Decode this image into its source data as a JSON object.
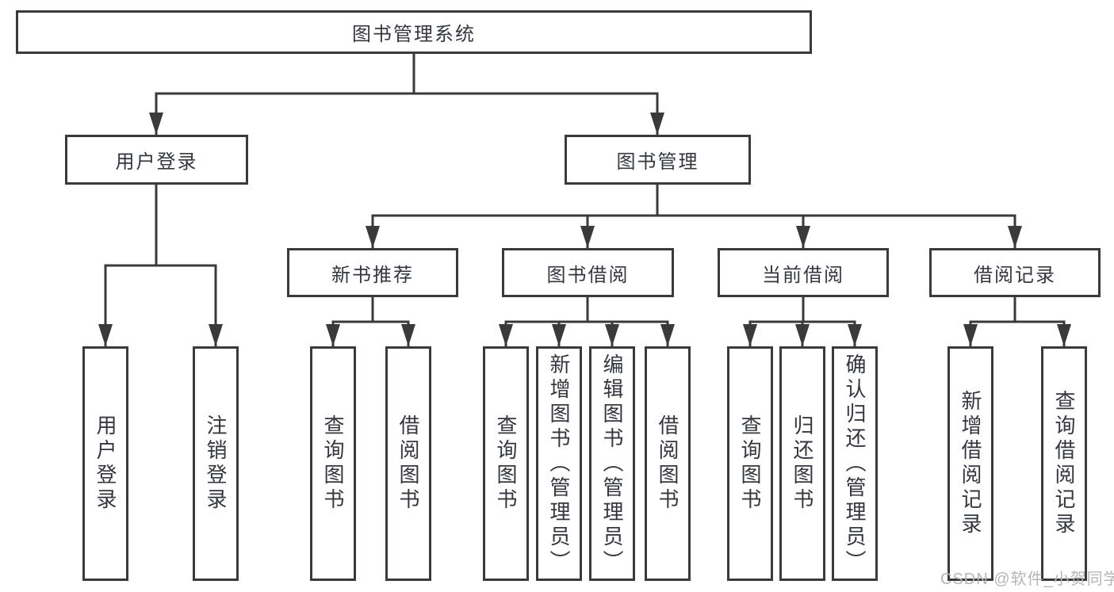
{
  "diagram": {
    "tree": {
      "label": "图书管理系统",
      "children": [
        {
          "label": "用户登录",
          "children": [
            {
              "label": "用户登录"
            },
            {
              "label": "注销登录"
            }
          ]
        },
        {
          "label": "图书管理",
          "children": [
            {
              "label": "新书推荐",
              "children": [
                {
                  "label": "查询图书"
                },
                {
                  "label": "借阅图书"
                }
              ]
            },
            {
              "label": "图书借阅",
              "children": [
                {
                  "label": "查询图书"
                },
                {
                  "label": "新增图书（管理员）"
                },
                {
                  "label": "编辑图书（管理员）"
                },
                {
                  "label": "借阅图书"
                }
              ]
            },
            {
              "label": "当前借阅",
              "children": [
                {
                  "label": "查询图书"
                },
                {
                  "label": "归还图书"
                },
                {
                  "label": "确认归还（管理员）"
                }
              ]
            },
            {
              "label": "借阅记录",
              "children": [
                {
                  "label": "新增借阅记录"
                },
                {
                  "label": "查询借阅记录"
                }
              ]
            }
          ]
        }
      ]
    },
    "watermark": "CSDN @软件_小贺同学",
    "colors": {
      "line": "#3a3a3a",
      "box_border": "#3a3a3a",
      "text": "#333740",
      "watermark": "#b5b5b5",
      "background": "#ffffff"
    }
  }
}
